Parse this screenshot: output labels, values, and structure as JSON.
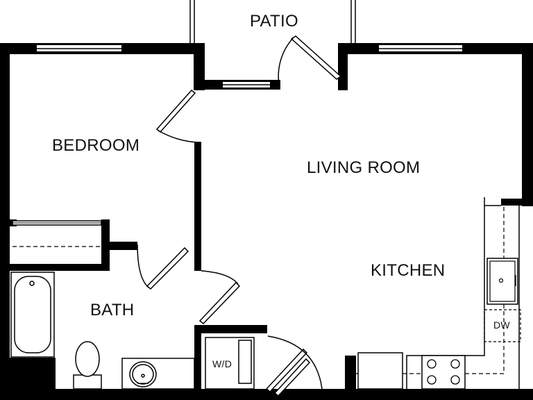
{
  "rooms": {
    "patio": "PATIO",
    "bedroom": "BEDROOM",
    "living_room": "LIVING ROOM",
    "kitchen": "KITCHEN",
    "bath": "BATH"
  },
  "appliances": {
    "washer_dryer": "W/D",
    "dishwasher": "DW"
  },
  "colors": {
    "wall": "#000000",
    "background": "#ffffff"
  }
}
